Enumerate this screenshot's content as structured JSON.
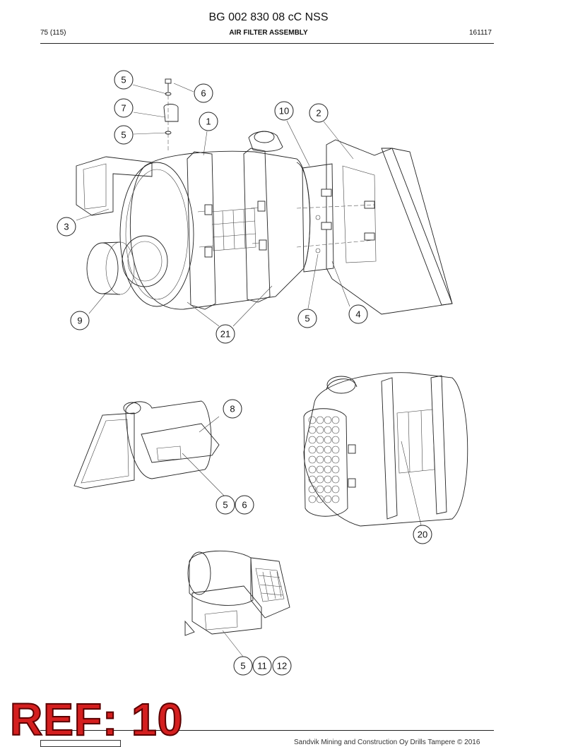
{
  "header": {
    "doc_number": "BG 002 830 08 cC NSS",
    "page": "75 (115)",
    "section_title": "AIR FILTER ASSEMBLY",
    "date_code": "161117"
  },
  "callouts": [
    "5",
    "6",
    "7",
    "5",
    "1",
    "10",
    "2",
    "3",
    "5",
    "4",
    "9",
    "21",
    "8",
    "5",
    "6",
    "20",
    "5",
    "11",
    "12"
  ],
  "stamp": "REF: 10",
  "footer": "Sandvik Mining and Construction Oy Drills Tampere © 2016"
}
